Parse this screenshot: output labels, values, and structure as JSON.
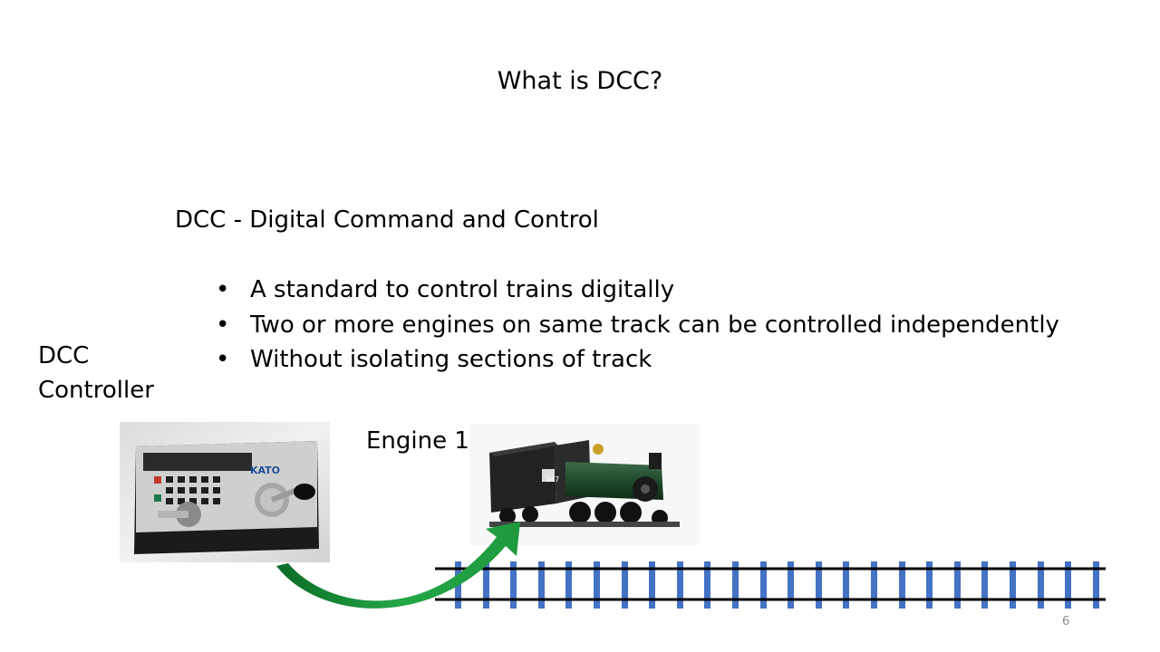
{
  "slide": {
    "title": "What is DCC?",
    "subtitle": "DCC - Digital Command and Control",
    "bullets": [
      "A standard to control trains digitally",
      "Two or more engines on same track can be controlled independently",
      "Without isolating sections of track"
    ],
    "bullet_glyph": "•",
    "controller_label_line1": "DCC",
    "controller_label_line2": "Controller",
    "engine_label": "Engine 1",
    "page_number": "6"
  },
  "images": {
    "controller_brand": "KATO",
    "engine_number": "347"
  },
  "colors": {
    "arrow": "#1a9a3a",
    "track_ties": "#4472c4",
    "rails": "#000000"
  }
}
